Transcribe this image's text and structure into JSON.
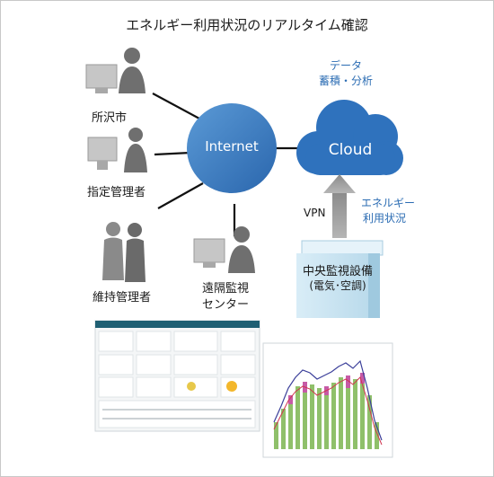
{
  "title": "エネルギー利用状況のリアルタイム確認",
  "users": {
    "tokorozawa": "所沢市",
    "designated_manager": "指定管理者",
    "maintenance_manager": "維持管理者",
    "remote_center_line1": "遠隔監視",
    "remote_center_line2": "センター"
  },
  "internet_label": "Internet",
  "cloud": {
    "label": "Cloud",
    "data_line1": "データ",
    "data_line2": "蓄積・分析"
  },
  "vpn_label": "VPN",
  "energy_label_line1": "エネルギー",
  "energy_label_line2": "利用状況",
  "central_equipment_line1": "中央監視設備",
  "central_equipment_line2": "(電気･空調)",
  "colors": {
    "accent_blue": "#2f72bd",
    "building_blue": "#c9e3f0",
    "arrow_gray": "#8a8a8a",
    "person_gray": "#7a7a7a"
  }
}
